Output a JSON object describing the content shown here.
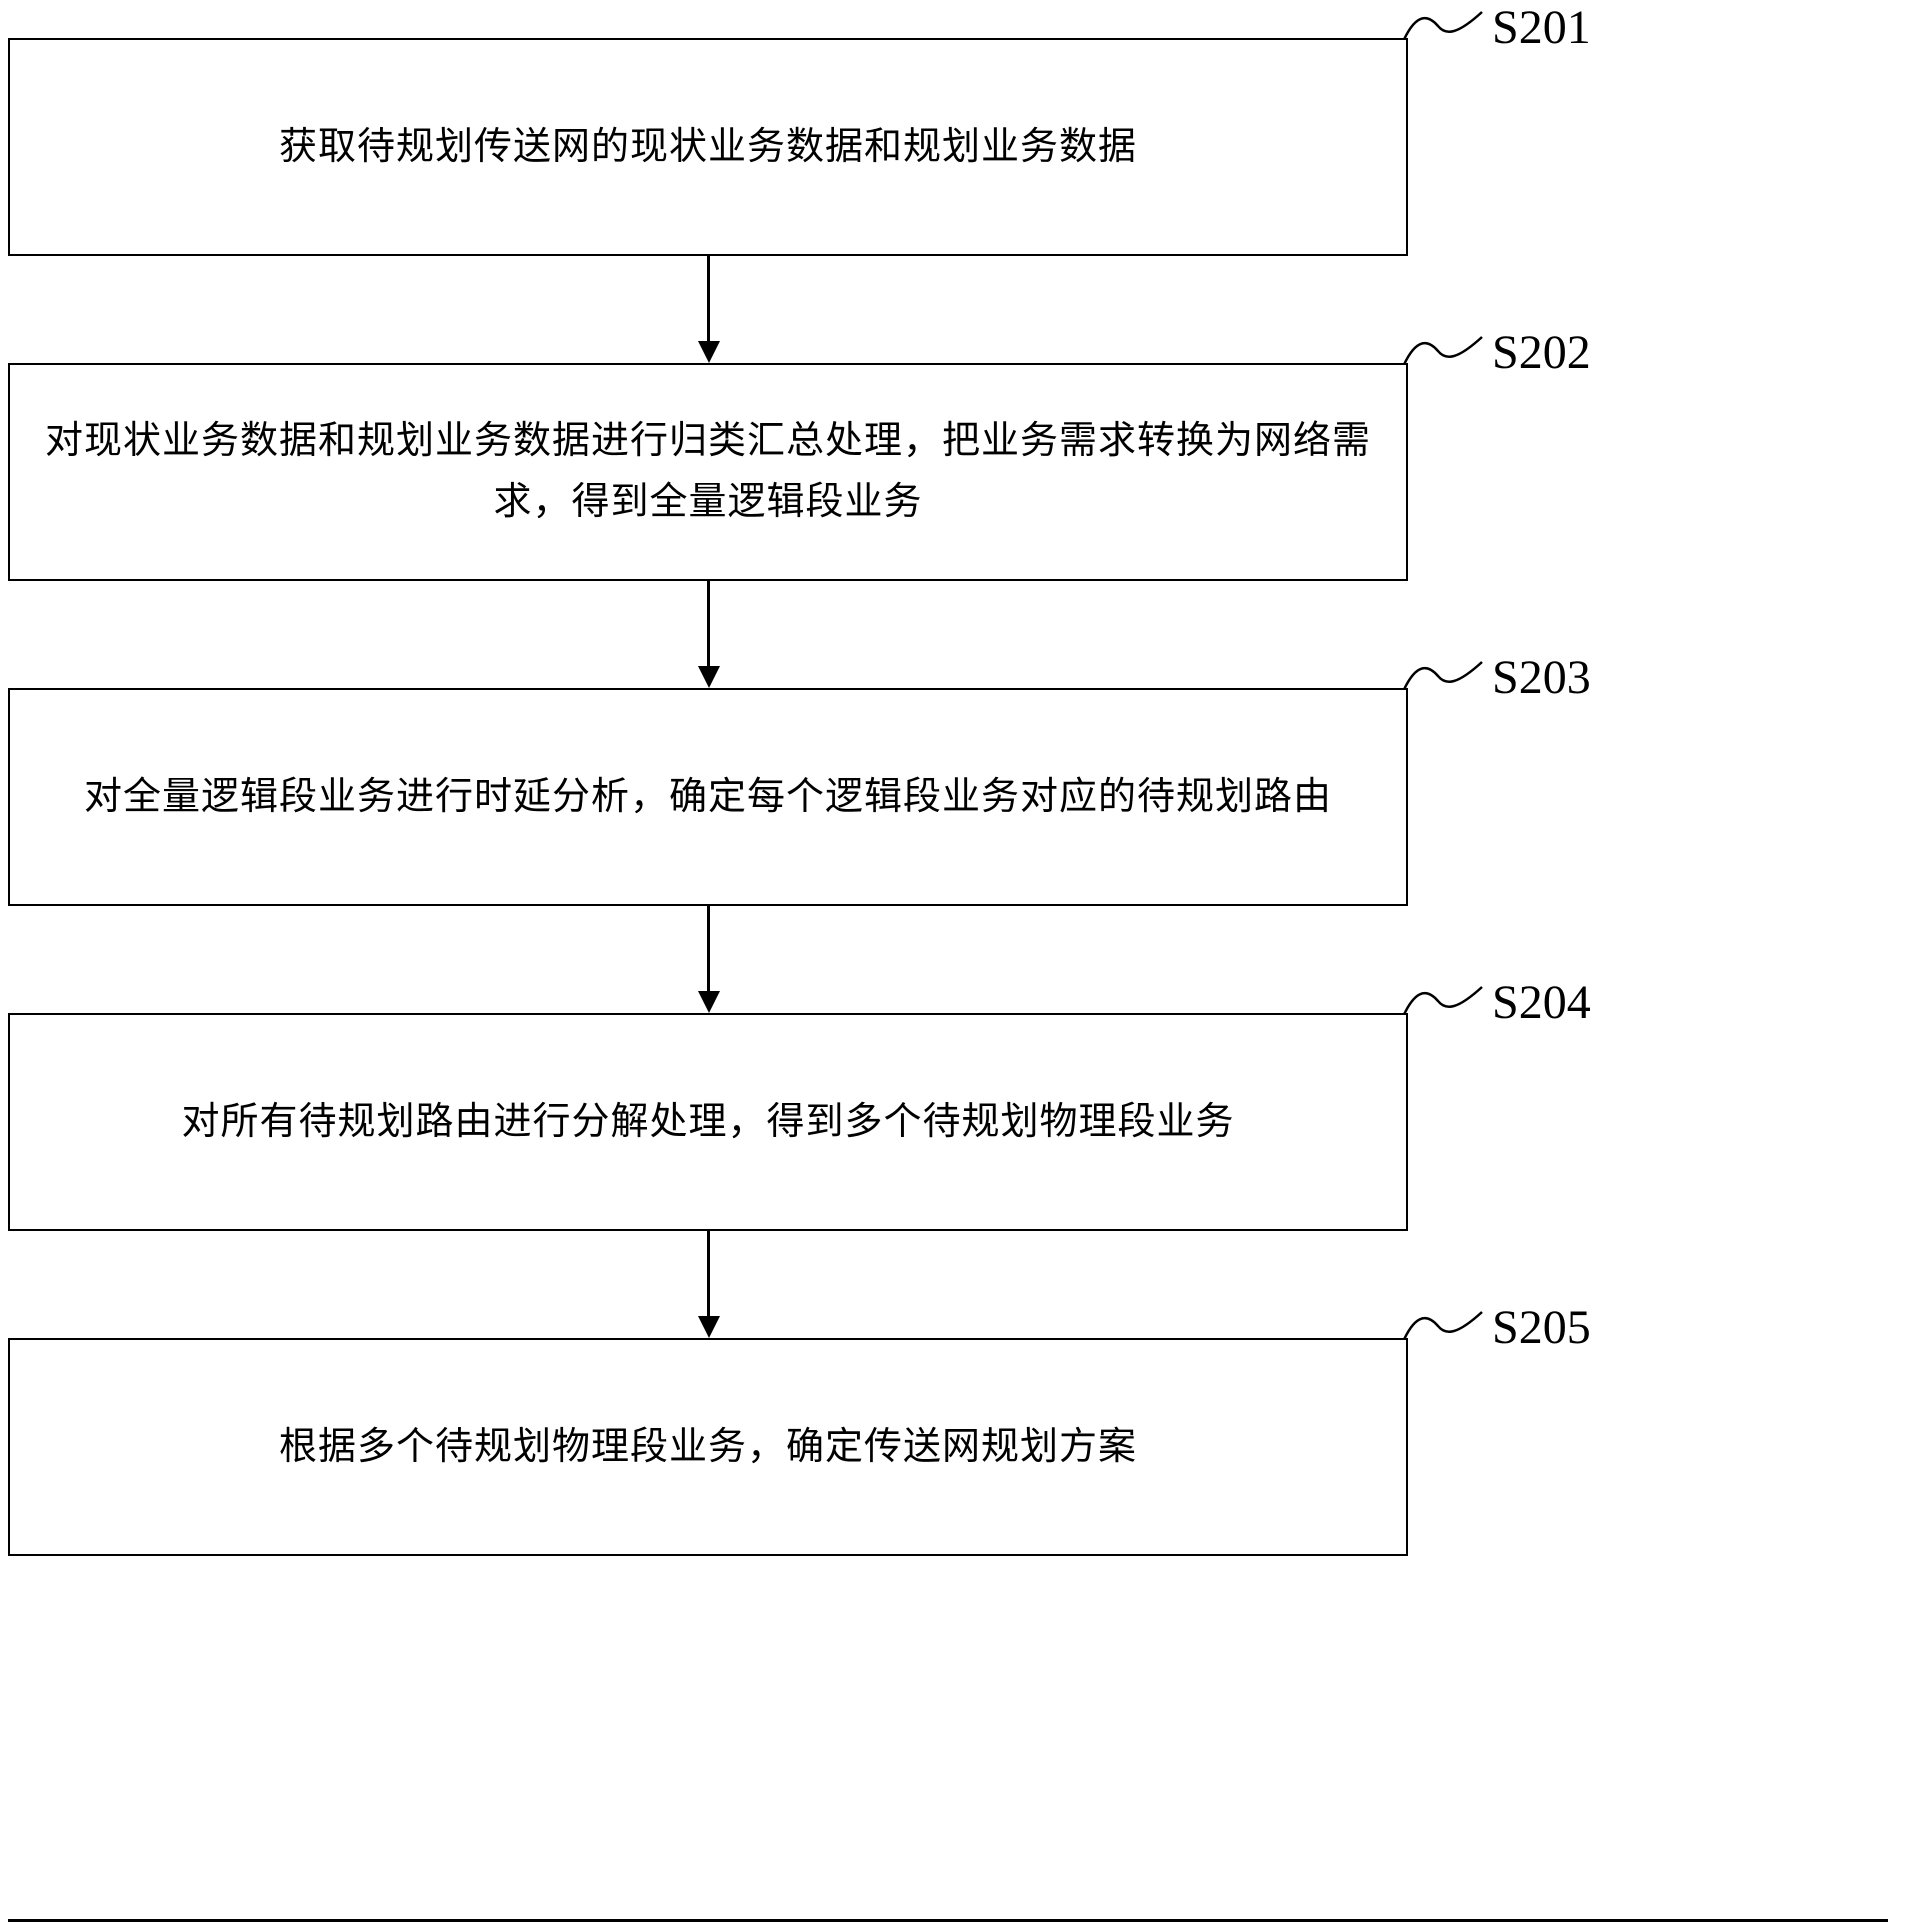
{
  "figure": {
    "type": "flowchart",
    "orientation": "vertical",
    "colors": {
      "line": "#000000",
      "background": "#ffffff",
      "text": "#000000"
    },
    "steps": [
      {
        "label": "S201",
        "text": "获取待规划传送网的现状业务数据和规划业务数据"
      },
      {
        "label": "S202",
        "text": "对现状业务数据和规划业务数据进行归类汇总处理，把业务需求转换为网络需求，得到全量逻辑段业务"
      },
      {
        "label": "S203",
        "text": "对全量逻辑段业务进行时延分析，确定每个逻辑段业务对应的待规划路由"
      },
      {
        "label": "S204",
        "text": "对所有待规划路由进行分解处理，得到多个待规划物理段业务"
      },
      {
        "label": "S205",
        "text": "根据多个待规划物理段业务，确定传送网规划方案"
      }
    ]
  }
}
